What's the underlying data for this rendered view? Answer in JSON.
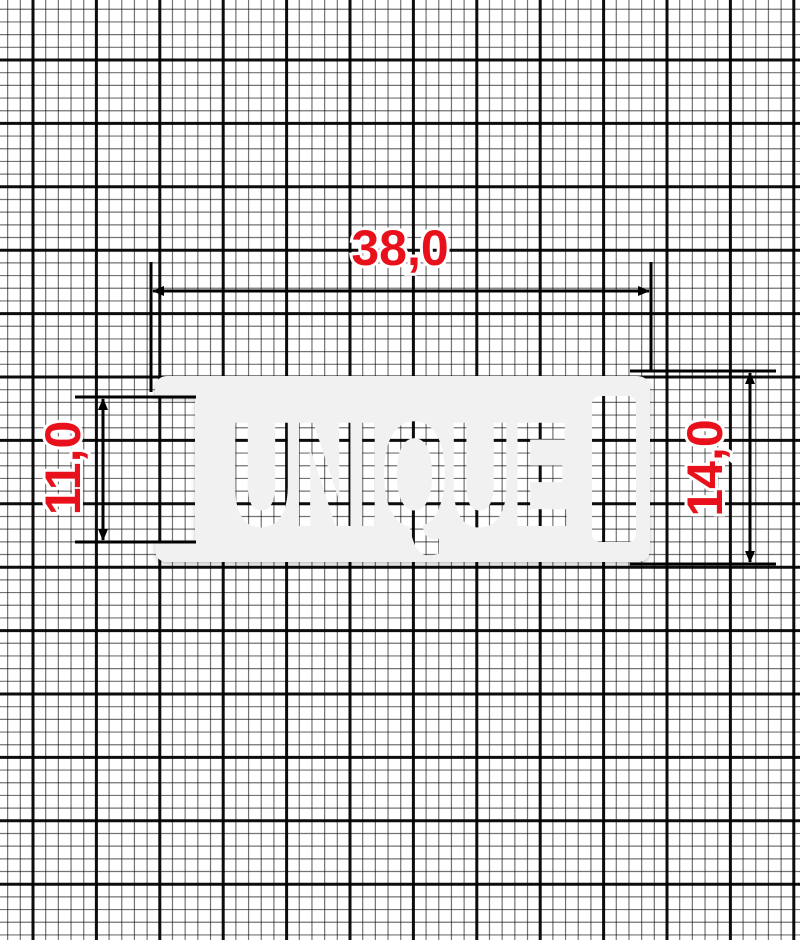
{
  "product": {
    "logo_text": "UNIQUE",
    "color": "#f1f1f1"
  },
  "dimensions": {
    "width": "38,0",
    "inner_height": "11,0",
    "outer_height": "14,0",
    "color": "#e8101a"
  },
  "background": {
    "type": "graph paper",
    "line_color": "#000000"
  }
}
